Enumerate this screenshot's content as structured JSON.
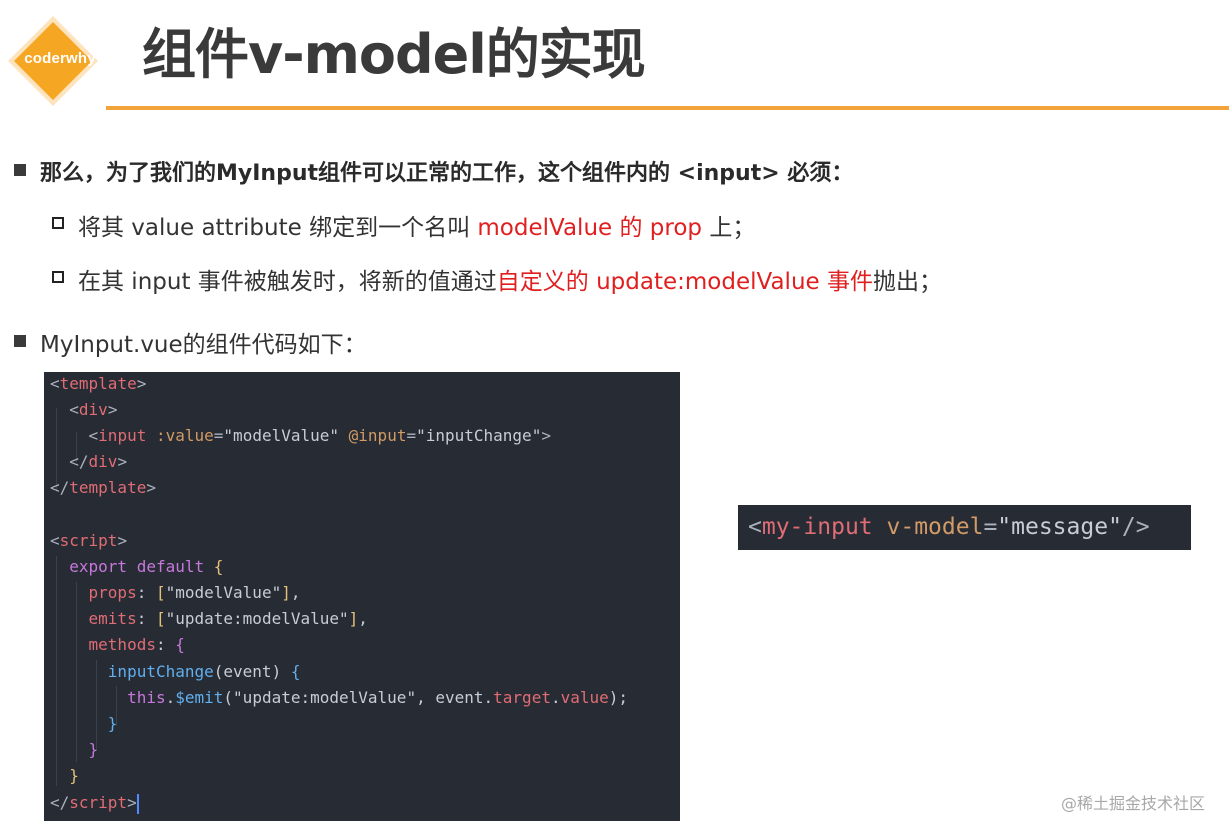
{
  "logo": {
    "text": "coderwhy",
    "color": "#f5a623"
  },
  "title": "组件v-model的实现",
  "accent_color": "#f2a33a",
  "bullets": {
    "b1": "那么，为了我们的MyInput组件可以正常的工作，这个组件内的 <input> 必须：",
    "b2": {
      "pre": "将其 value attribute 绑定到一个名叫 ",
      "red": "modelValue 的 prop",
      "post": " 上；"
    },
    "b3": {
      "pre": "在其 input 事件被触发时，将新的值通过",
      "red": "自定义的 update:modelValue 事件",
      "post": "抛出；"
    },
    "b4": "MyInput.vue的组件代码如下："
  },
  "code": {
    "template_open": "template",
    "div": "div",
    "input_tag": "input",
    "value_attr": ":value",
    "value_str": "\"modelValue\"",
    "input_attr": "@input",
    "input_str": "\"inputChange\"",
    "script_tag": "script",
    "export": "export",
    "default": "default",
    "props_key": "props",
    "props_val": "\"modelValue\"",
    "emits_key": "emits",
    "emits_val": "\"update:modelValue\"",
    "methods_key": "methods",
    "fn_name": "inputChange",
    "fn_arg": "(event)",
    "this": "this",
    "emit": "$emit",
    "emit_str": "\"update:modelValue\"",
    "event": "event",
    "target": "target",
    "value": "value"
  },
  "snippet": {
    "tag": "my-input",
    "attr": "v-model",
    "str": "\"message\""
  },
  "watermark": "@稀土掘金技术社区"
}
